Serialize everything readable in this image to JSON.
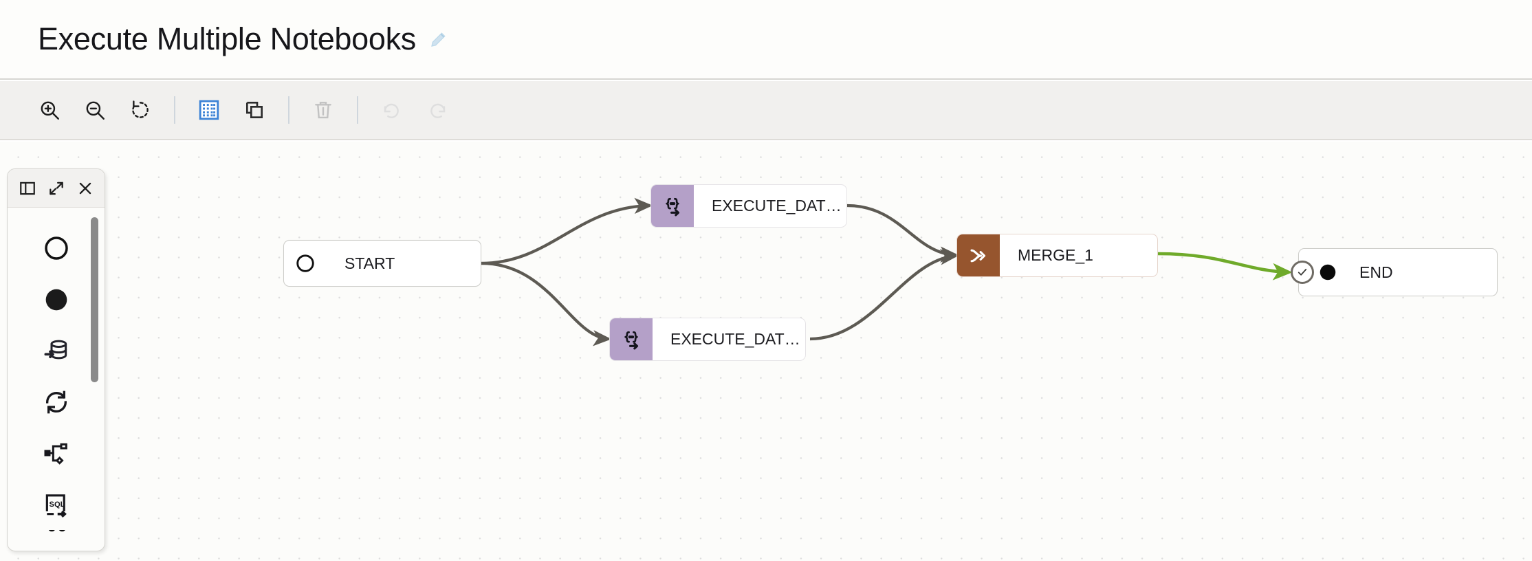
{
  "header": {
    "title": "Execute Multiple Notebooks",
    "edit_icon": "pencil-icon"
  },
  "toolbar": {
    "buttons": [
      {
        "name": "zoom-in-button",
        "icon": "zoom-in-icon",
        "enabled": true
      },
      {
        "name": "zoom-out-button",
        "icon": "zoom-out-icon",
        "enabled": true
      },
      {
        "name": "reset-view-button",
        "icon": "reset-rotate-icon",
        "enabled": true
      },
      {
        "name": "toggle-grid-button",
        "icon": "grid-icon",
        "enabled": true,
        "active": true
      },
      {
        "name": "duplicate-button",
        "icon": "copy-icon",
        "enabled": true
      },
      {
        "name": "delete-button",
        "icon": "trash-icon",
        "enabled": false
      },
      {
        "name": "undo-button",
        "icon": "undo-icon",
        "enabled": false
      },
      {
        "name": "redo-button",
        "icon": "redo-icon",
        "enabled": false
      }
    ]
  },
  "palette": {
    "header_buttons": [
      {
        "name": "toggle-panel-button",
        "icon": "panel-layout-icon"
      },
      {
        "name": "expand-button",
        "icon": "expand-arrows-icon"
      },
      {
        "name": "close-panel-button",
        "icon": "close-icon"
      }
    ],
    "items": [
      {
        "name": "palette-item-start",
        "icon": "circle-outline-icon"
      },
      {
        "name": "palette-item-end",
        "icon": "circle-filled-icon"
      },
      {
        "name": "palette-item-database",
        "icon": "database-import-icon"
      },
      {
        "name": "palette-item-loop",
        "icon": "refresh-sync-icon"
      },
      {
        "name": "palette-item-branch",
        "icon": "workflow-branch-icon"
      },
      {
        "name": "palette-item-sql",
        "icon": "sql-execute-icon"
      },
      {
        "name": "palette-item-partial",
        "icon": "partial-icon"
      }
    ]
  },
  "canvas": {
    "nodes": [
      {
        "id": "start",
        "label": "START",
        "icon": "circle-outline-icon",
        "type": "plain"
      },
      {
        "id": "exec1",
        "label": "EXECUTE_DAT…",
        "icon": "code-execute-icon",
        "type": "exec"
      },
      {
        "id": "exec2",
        "label": "EXECUTE_DAT…",
        "icon": "code-execute-icon",
        "type": "exec"
      },
      {
        "id": "merge1",
        "label": "MERGE_1",
        "icon": "merge-arrow-icon",
        "type": "merge"
      },
      {
        "id": "end",
        "label": "END",
        "icon": "circle-filled-icon",
        "type": "plain"
      }
    ],
    "edges": [
      {
        "from": "start",
        "to": "exec1",
        "color": "#5d5a53"
      },
      {
        "from": "start",
        "to": "exec2",
        "color": "#5d5a53"
      },
      {
        "from": "exec1",
        "to": "merge1",
        "color": "#5d5a53"
      },
      {
        "from": "exec2",
        "to": "merge1",
        "color": "#5d5a53"
      },
      {
        "from": "merge1",
        "to": "end",
        "color": "#6faa2a"
      }
    ]
  },
  "colors": {
    "edge_default": "#5d5a53",
    "edge_success": "#6faa2a",
    "badge_purple": "#b4a0c8",
    "badge_brown": "#96552e",
    "toolbar_active": "#3b82d6",
    "canvas_bg": "#fcfcfa"
  }
}
